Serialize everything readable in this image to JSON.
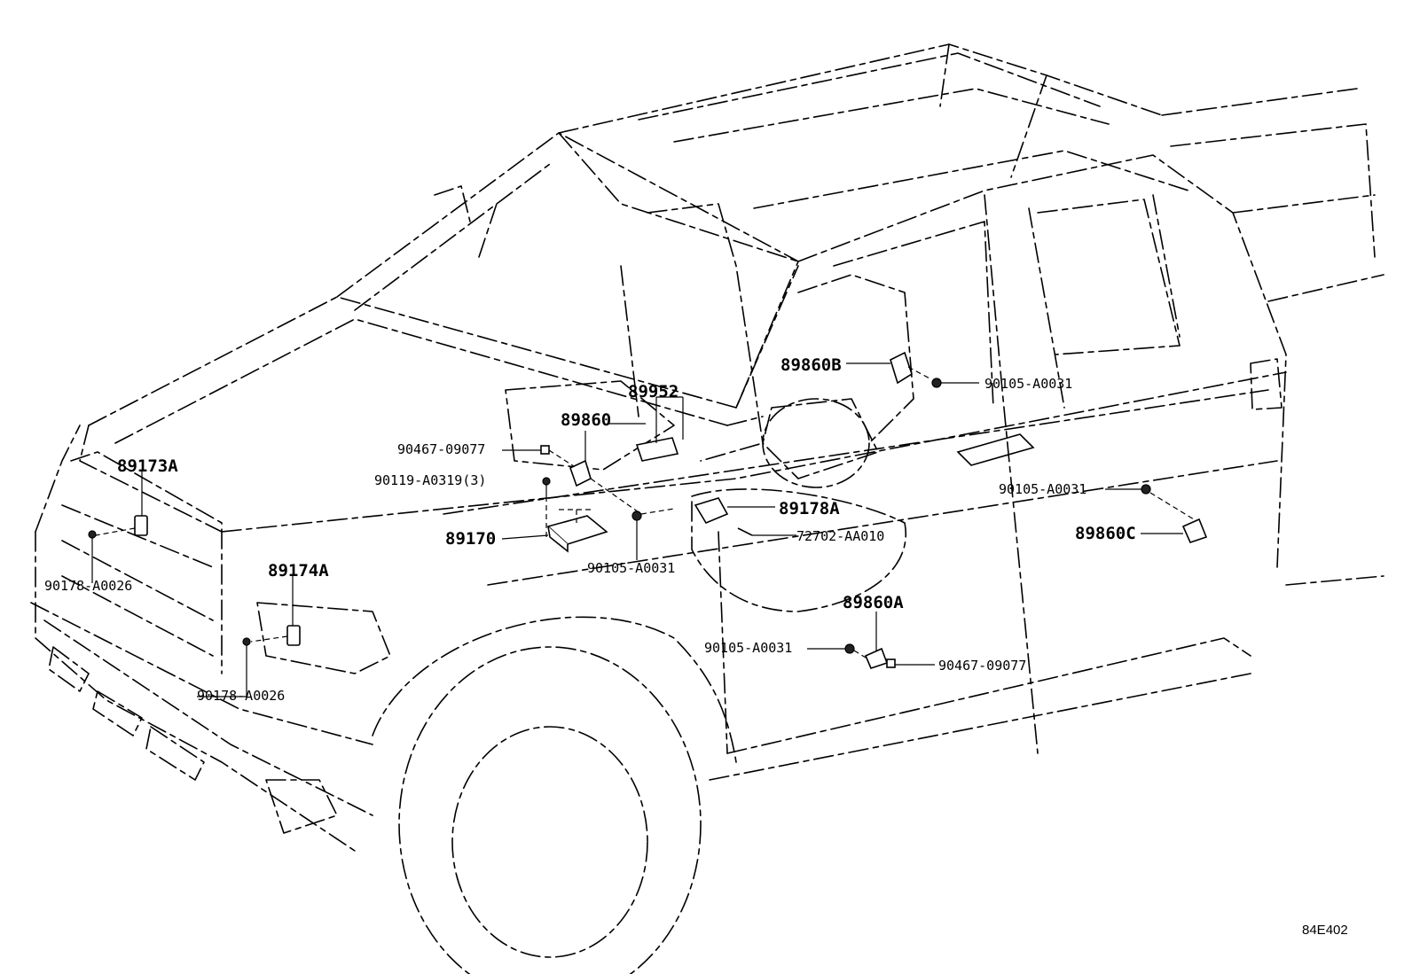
{
  "labels": {
    "p89173A": "89173A",
    "p90178_top": "90178-A0026",
    "p89174A": "89174A",
    "p90178_bottom": "90178-A0026",
    "p90467_top": "90467-09077",
    "p90119": "90119-A0319(3)",
    "p89170": "89170",
    "p89860": "89860",
    "p89952": "89952",
    "p90105_center": "90105-A0031",
    "p89178A": "89178A",
    "p72702": "72702-AA010",
    "p89860B": "89860B",
    "p90105_upper_right": "90105-A0031",
    "p90105_right": "90105-A0031",
    "p89860C": "89860C",
    "p89860A": "89860A",
    "p90105_lower": "90105-A0031",
    "p90467_lower": "90467-09077"
  },
  "diagram_code": "84E402"
}
